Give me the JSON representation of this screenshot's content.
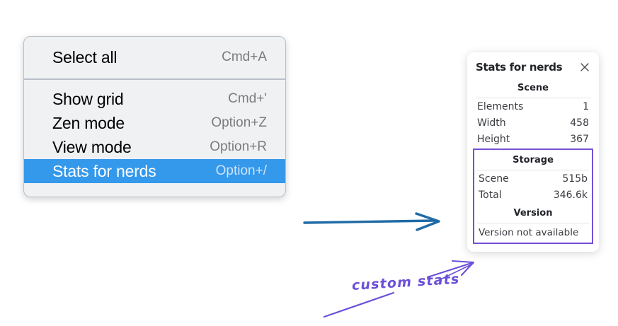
{
  "menu": {
    "sections": [
      {
        "items": [
          {
            "label": "Select all",
            "shortcut": "Cmd+A",
            "selected": false
          }
        ]
      },
      {
        "items": [
          {
            "label": "Show grid",
            "shortcut": "Cmd+'",
            "selected": false
          },
          {
            "label": "Zen mode",
            "shortcut": "Option+Z",
            "selected": false
          },
          {
            "label": "View mode",
            "shortcut": "Option+R",
            "selected": false
          },
          {
            "label": "Stats for nerds",
            "shortcut": "Option+/",
            "selected": true
          }
        ]
      }
    ]
  },
  "stats_panel": {
    "title": "Stats for nerds",
    "close_icon": "close-icon",
    "scene": {
      "heading": "Scene",
      "rows": [
        {
          "label": "Elements",
          "value": "1"
        },
        {
          "label": "Width",
          "value": "458"
        },
        {
          "label": "Height",
          "value": "367"
        }
      ]
    },
    "storage": {
      "heading": "Storage",
      "rows": [
        {
          "label": "Scene",
          "value": "515b"
        },
        {
          "label": "Total",
          "value": "346.6k"
        }
      ]
    },
    "version": {
      "heading": "Version",
      "note": "Version not available"
    }
  },
  "annotations": {
    "handwritten_label": "custom stats",
    "arrow_color_blue": "#1f6aa5",
    "arrow_color_purple": "#6b4fd8",
    "highlight_color": "#7450d4"
  },
  "colors": {
    "menu_background": "#f0f1f3",
    "menu_border": "#b9c0c9",
    "selected_row": "#3498eb",
    "panel_background": "#ffffff"
  }
}
